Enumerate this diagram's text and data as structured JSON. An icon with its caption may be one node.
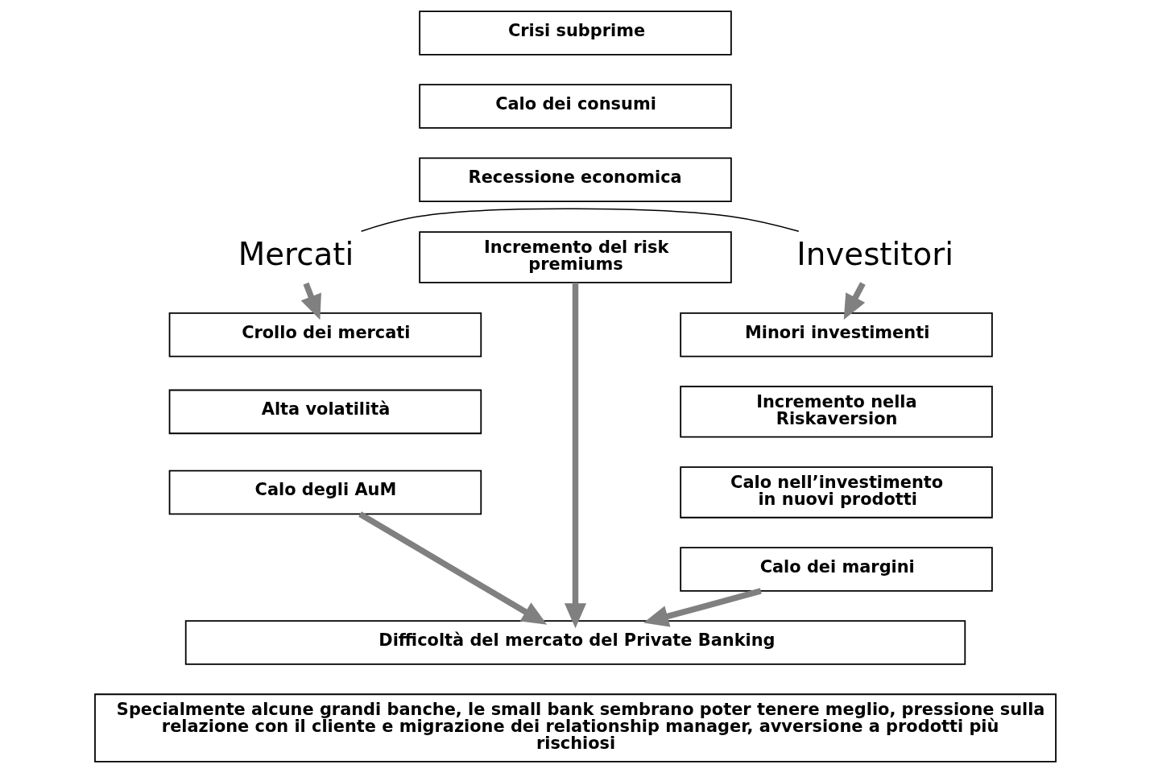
{
  "diagram": {
    "nodes": [
      {
        "text": [
          "Crisi subprime"
        ]
      },
      {
        "text": [
          "Calo dei consumi"
        ]
      },
      {
        "text": [
          "Recessione economica"
        ]
      },
      {
        "text": [
          "Incremento del risk premiums"
        ]
      },
      {
        "text": [
          "Mercati"
        ]
      },
      {
        "text": [
          "Investitori"
        ]
      },
      {
        "text": [
          "Crollo dei mercati"
        ]
      },
      {
        "text": [
          "Alta volatilità"
        ]
      },
      {
        "text": [
          "Calo degli AuM"
        ]
      },
      {
        "text": [
          "Minori investimenti"
        ]
      },
      {
        "text": [
          "Incremento nella Riskaversion"
        ]
      },
      {
        "text": [
          "Calo nell’investimento in nuovi prodotti"
        ]
      },
      {
        "text": [
          "Calo dei margini"
        ]
      },
      {
        "text": [
          "Difficoltà del mercato del Private Banking"
        ]
      },
      {
        "text": [
          "Specialmente alcune grandi banche, le small bank sembrano poter tenere meglio, pressione sulla relazione con il cliente e migrazione dei relationship manager, avversione a prodotti più rischiosi"
        ]
      }
    ],
    "edges": [
      {
        "from": 4,
        "to": 5,
        "arrow": "none",
        "color": "#000000"
      },
      {
        "from": 4,
        "to": 6,
        "arrow": "to"
      },
      {
        "from": 5,
        "to": 9,
        "arrow": "to"
      },
      {
        "from": 8,
        "to": 13,
        "arrow": "to"
      },
      {
        "from": 3,
        "to": 13,
        "arrow": "to"
      },
      {
        "from": 12,
        "to": 13,
        "arrow": "to"
      }
    ]
  }
}
